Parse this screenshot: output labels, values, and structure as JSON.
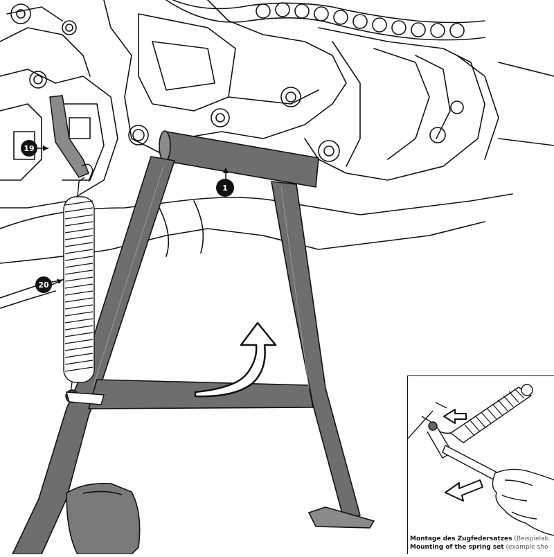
{
  "callouts": {
    "part_1": "1",
    "part_19": "19",
    "part_20": "20"
  },
  "inset": {
    "caption_de_bold": "Montage des Zugfedersatzes",
    "caption_de_light": "(Beispielab",
    "caption_en_bold": "Mounting of the spring set",
    "caption_en_light": "(example sho"
  },
  "colors": {
    "stand_fill": "#6e6e6e",
    "outline": "#111111",
    "background": "#ffffff"
  }
}
